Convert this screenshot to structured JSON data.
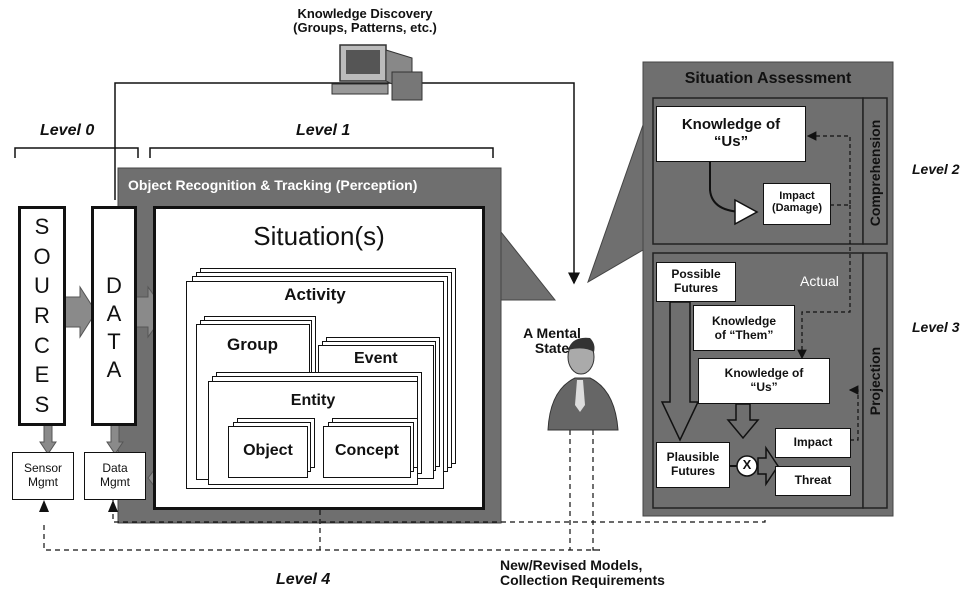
{
  "knowledge_discovery": {
    "line1": "Knowledge Discovery",
    "line2": "(Groups, Patterns, etc.)"
  },
  "levels": {
    "level0": "Level 0",
    "level1": "Level 1",
    "level2": "Level 2",
    "level3": "Level 3",
    "level4": "Level 4"
  },
  "perception_title": "Object Recognition & Tracking (Perception)",
  "situations": "Situation(s)",
  "nested": {
    "activity": "Activity",
    "group": "Group",
    "event": "Event",
    "entity": "Entity",
    "object": "Object",
    "concept": "Concept"
  },
  "sources_letters": [
    "S",
    "O",
    "U",
    "R",
    "C",
    "E",
    "S"
  ],
  "data_letters": [
    "D",
    "A",
    "T",
    "A"
  ],
  "sensor_mgmt": {
    "line1": "Sensor",
    "line2": "Mgmt"
  },
  "data_mgmt": {
    "line1": "Data",
    "line2": "Mgmt"
  },
  "mental_state": {
    "line1": "A Mental",
    "line2": "State"
  },
  "situation_assessment": {
    "title": "Situation Assessment",
    "comprehension": "Comprehension",
    "projection": "Projection",
    "knowledge_us": {
      "line1": "Knowledge of",
      "line2": "“Us”"
    },
    "impact_damage": {
      "line1": "Impact",
      "line2": "(Damage)"
    },
    "actual": "Actual",
    "possible_futures": {
      "line1": "Possible",
      "line2": "Futures"
    },
    "knowledge_them": {
      "line1": "Knowledge",
      "line2": "of “Them”"
    },
    "knowledge_us2": {
      "line1": "Knowledge of",
      "line2": "“Us”"
    },
    "plausible_futures": {
      "line1": "Plausible",
      "line2": "Futures"
    },
    "x_symbol": "X",
    "impact": "Impact",
    "threat": "Threat"
  },
  "bottom_note": {
    "line1": "New/Revised Models,",
    "line2": "Collection Requirements"
  },
  "colors": {
    "panel": "#6f6f6f",
    "panel_dark": "#5a5a5a",
    "arrow": "#8a8a8a",
    "ink": "#111111"
  }
}
